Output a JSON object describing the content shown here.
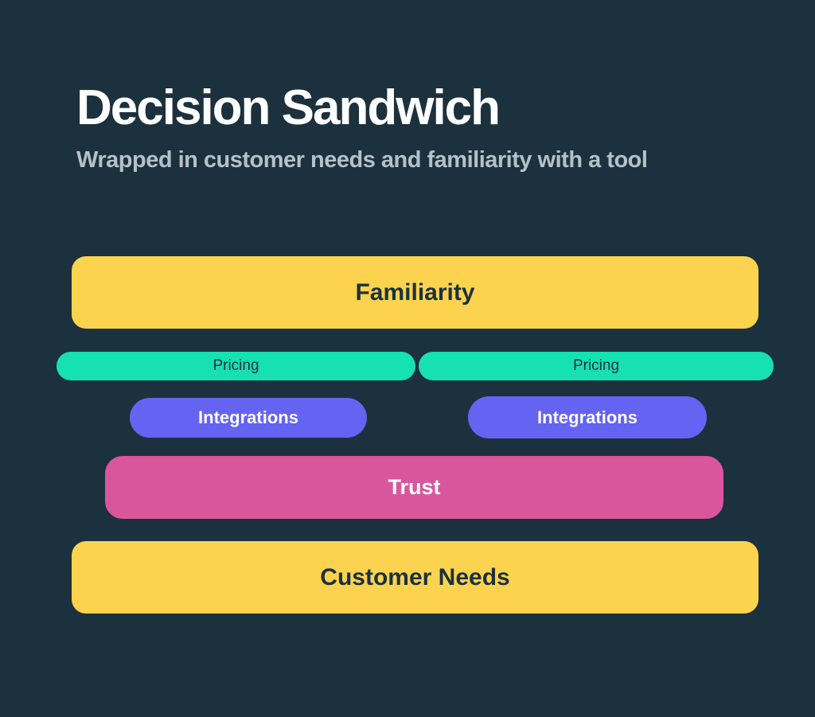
{
  "header": {
    "title": "Decision Sandwich",
    "subtitle": "Wrapped in customer needs and familiarity with a tool"
  },
  "colors": {
    "background": "#1b313d",
    "yellow": "#fcd34e",
    "teal": "#16e1b2",
    "purple": "#6563f2",
    "pink": "#d9569d",
    "dark_text": "#1b313d",
    "light_text": "#ffffff",
    "subtitle_text": "#b5c1c8"
  },
  "layers": {
    "familiarity": {
      "label": "Familiarity",
      "color": "#fcd34e"
    },
    "pricing_left": {
      "label": "Pricing",
      "color": "#16e1b2"
    },
    "pricing_right": {
      "label": "Pricing",
      "color": "#16e1b2"
    },
    "integrations_left": {
      "label": "Integrations",
      "color": "#6563f2"
    },
    "integrations_right": {
      "label": "Integrations",
      "color": "#6563f2"
    },
    "trust": {
      "label": "Trust",
      "color": "#d9569d"
    },
    "customer_needs": {
      "label": "Customer Needs",
      "color": "#fcd34e"
    }
  }
}
